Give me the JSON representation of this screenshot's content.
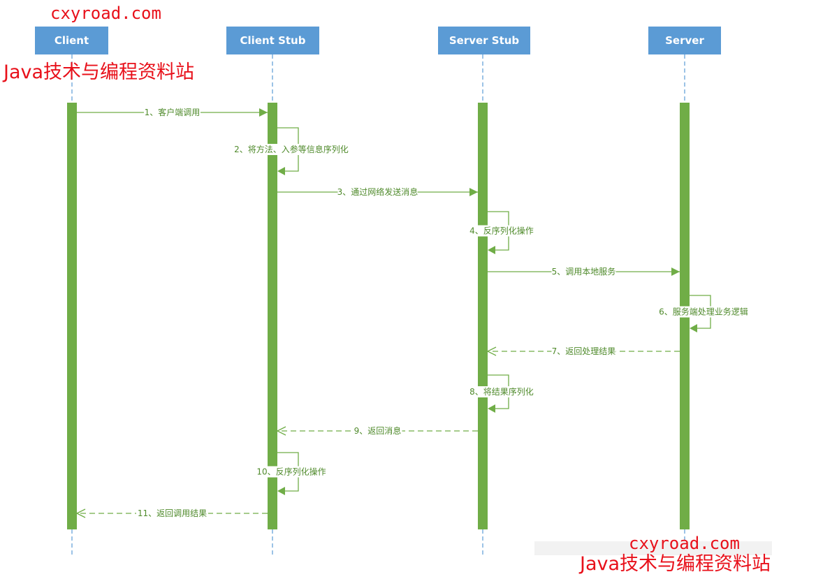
{
  "participants": [
    {
      "name": "Client"
    },
    {
      "name": "Client Stub"
    },
    {
      "name": "Server Stub"
    },
    {
      "name": "Server"
    }
  ],
  "messages": [
    {
      "label": "1、客户端调用",
      "from": 0,
      "to": 1,
      "kind": "sync"
    },
    {
      "label": "2、将方法、入参等信息序列化",
      "from": 1,
      "to": 1,
      "kind": "self"
    },
    {
      "label": "3、通过网络发送消息",
      "from": 1,
      "to": 2,
      "kind": "sync"
    },
    {
      "label": "4、反序列化操作",
      "from": 2,
      "to": 2,
      "kind": "self"
    },
    {
      "label": "5、调用本地服务",
      "from": 2,
      "to": 3,
      "kind": "sync"
    },
    {
      "label": "6、服务端处理业务逻辑",
      "from": 3,
      "to": 3,
      "kind": "self"
    },
    {
      "label": "7、返回处理结果",
      "from": 3,
      "to": 2,
      "kind": "return"
    },
    {
      "label": "8、将结果序列化",
      "from": 2,
      "to": 2,
      "kind": "self"
    },
    {
      "label": "9、返回消息",
      "from": 2,
      "to": 1,
      "kind": "return"
    },
    {
      "label": "10、反序列化操作",
      "from": 1,
      "to": 1,
      "kind": "self"
    },
    {
      "label": "11、返回调用结果",
      "from": 1,
      "to": 0,
      "kind": "return"
    }
  ],
  "watermark": {
    "site": "cxyroad.com",
    "title": "Java技术与编程资料站"
  },
  "colors": {
    "header": "#5b9bd5",
    "activation": "#70ad47",
    "arrow": "#70ad47",
    "watermark": "#e8101a"
  }
}
